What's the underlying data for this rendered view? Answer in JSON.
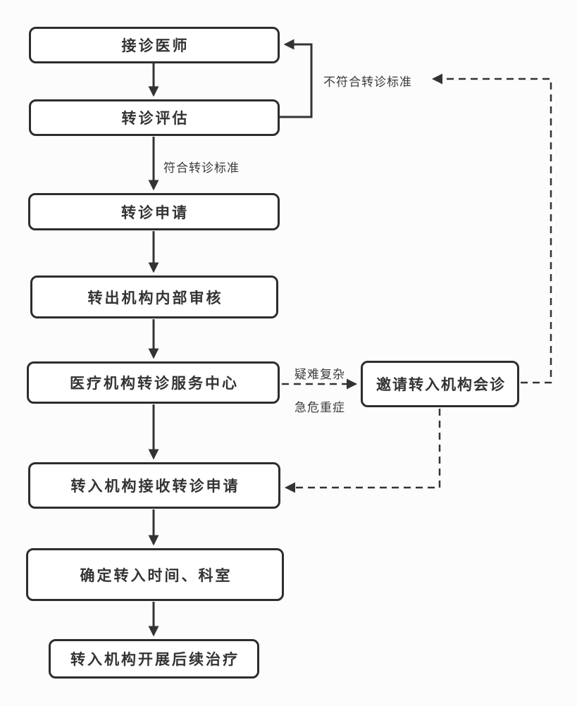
{
  "diagram": {
    "type": "flowchart",
    "colors": {
      "background": "#fcfcfc",
      "line": "#333333",
      "box_border": "#2d2d2d",
      "box_fill": "#ffffff",
      "text": "#333333"
    },
    "nodes": {
      "receiving_physician": "接诊医师",
      "referral_assessment": "转诊评估",
      "referral_application": "转诊申请",
      "outgoing_internal_review": "转出机构内部审核",
      "referral_service_center": "医疗机构转诊服务中心",
      "invite_incoming_consultation": "邀请转入机构会诊",
      "incoming_receives_application": "转入机构接收转诊申请",
      "confirm_time_department": "确定转入时间、科室",
      "incoming_followup_treatment": "转入机构开展后续治疗"
    },
    "edge_labels": {
      "not_meeting_criteria": "不符合转诊标准",
      "meeting_criteria": "符合转诊标准",
      "difficult_complex": "疑难复杂",
      "acute_critical": "急危重症"
    }
  }
}
